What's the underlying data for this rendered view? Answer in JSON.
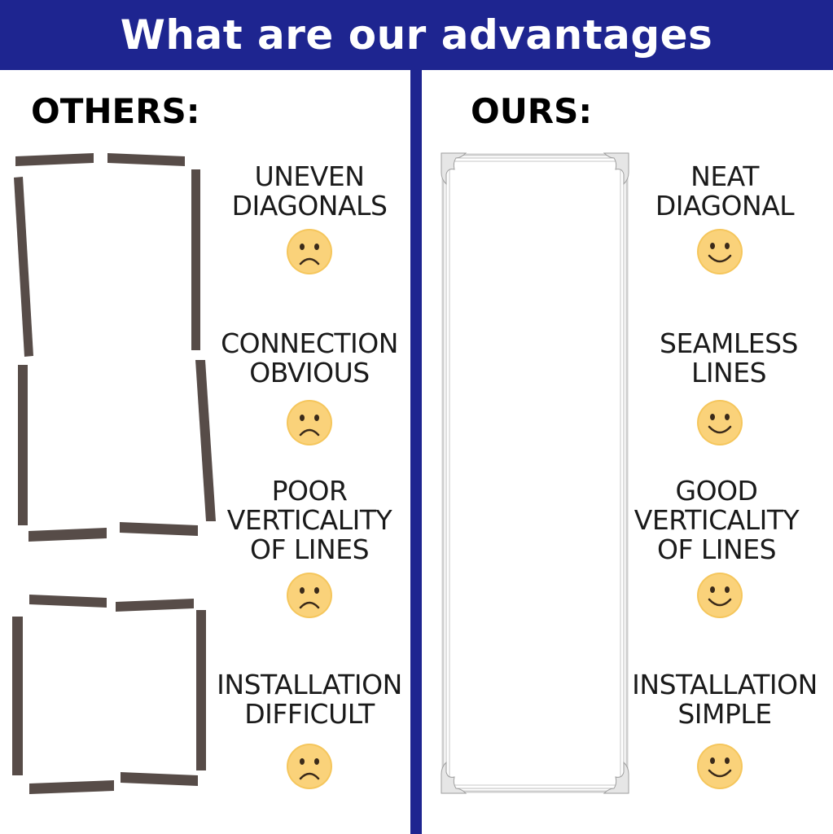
{
  "header": {
    "title": "What are our advantages"
  },
  "colors": {
    "header_bg": "#1e2590",
    "bar": "#574c48",
    "emoji": "#f5c65c"
  },
  "others": {
    "title": "OTHERS:",
    "features": [
      {
        "lines": [
          "UNEVEN",
          "DIAGONALS"
        ],
        "icon": "sad-face-icon"
      },
      {
        "lines": [
          "CONNECTION",
          "OBVIOUS"
        ],
        "icon": "sad-face-icon"
      },
      {
        "lines": [
          "POOR",
          "VERTICALITY",
          "OF LINES"
        ],
        "icon": "sad-face-icon"
      },
      {
        "lines": [
          "INSTALLATION",
          "DIFFICULT"
        ],
        "icon": "sad-face-icon"
      }
    ]
  },
  "ours": {
    "title": "OURS:",
    "features": [
      {
        "lines": [
          "NEAT",
          "DIAGONAL"
        ],
        "icon": "happy-face-icon"
      },
      {
        "lines": [
          "SEAMLESS",
          "LINES"
        ],
        "icon": "happy-face-icon"
      },
      {
        "lines": [
          "GOOD",
          "VERTICALITY",
          "OF LINES"
        ],
        "icon": "happy-face-icon"
      },
      {
        "lines": [
          "INSTALLATION",
          "SIMPLE"
        ],
        "icon": "happy-face-icon"
      }
    ]
  }
}
